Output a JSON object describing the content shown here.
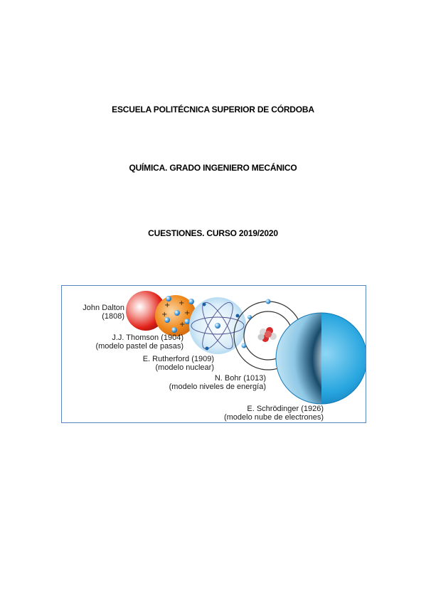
{
  "document": {
    "school": "ESCUELA POLITÉCNICA SUPERIOR DE CÓRDOBA",
    "subject": "QUÍMICA. GRADO INGENIERO MECÁNICO",
    "course": "CUESTIONES. CURSO 2019/2020"
  },
  "figure": {
    "models": [
      {
        "name": "John Dalton",
        "detail": "(1808)"
      },
      {
        "name": "J.J. Thomson (1904)",
        "detail": "(modelo pastel de pasas)"
      },
      {
        "name": "E. Rutherford (1909)",
        "detail": "(modelo nuclear)"
      },
      {
        "name": "N. Bohr (1013)",
        "detail": "(modelo niveles de energía)"
      },
      {
        "name": "E. Schrödinger (1926)",
        "detail": "(modelo nube de electrones)"
      }
    ],
    "colors": {
      "border": "#5b86c4",
      "dalton": "#e2231a",
      "thomson": "#f08a1d",
      "rutherford": "#bfe0f5",
      "schrodinger": "#29a8e0"
    }
  }
}
